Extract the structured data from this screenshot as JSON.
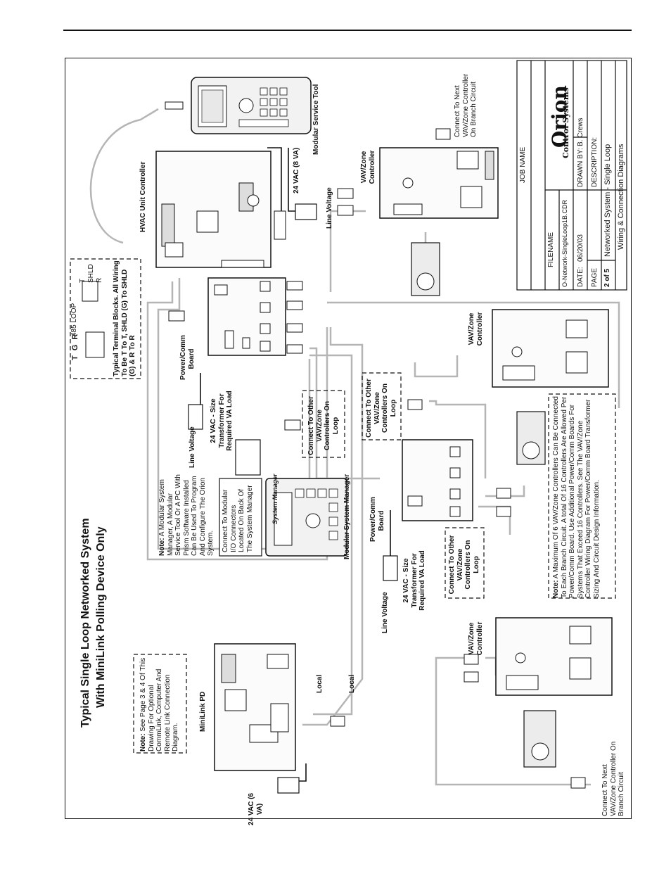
{
  "title": {
    "line1": "Typical Single Loop Networked System",
    "line2": "With MiniLink Polling Device Only"
  },
  "components": {
    "hvac_unit_controller": "HVAC Unit Controller",
    "modular_service_tool": "Modular Service Tool",
    "power_comm_board": "Power/Comm Board",
    "transformer_24vac": "24 VAC - Size Transformer For Required VA Load",
    "vav_zone_controller": "VAV/Zone Controller",
    "modular_system_manager": "Modular System Manager",
    "minilink_pd": "MiniLink PD",
    "system_manager_label": "System Manager"
  },
  "labels": {
    "line_voltage": "Line Voltage",
    "vac_8": "24 VAC (8 VA)",
    "vac_6": "24 VAC (6 VA)",
    "local": "Local",
    "loop_485": "485 LOOP",
    "tgr": "T G R",
    "t": "T",
    "shld": "SHLD",
    "r": "R",
    "terminal_note": "Typical Terminal Blocks. All Wiring To Be T To T, SHLD (G) To SHLD (G) & R To R",
    "connect_next_top": "Connect To Next VAV/Zone Controller On Branch Circuit",
    "connect_next_bottom": "Connect To Next VAV/Zone Controller On Branch Circuit",
    "connect_other_loop": "Connect To Other VAV/Zone Controllers On Loop",
    "connect_modular_io": "Connect To Modular I/O Connectors Located On Back Of The System Manager"
  },
  "notes": {
    "note_label": "Note:",
    "modular_note": "A Modular System Manager, A Modular Service Tool Or A PC With Prism Software Installed Can Be Used To Program And Configure The Orion System.",
    "minilink_note": "See Page 3 & 4 Of This Drawing For Optional CommLink, Computer And Remote Link Connection Diagram.",
    "max_note": "A Maximum Of 6 VAV/Zone Controllers Can Be Connected To Each Branch Circuit. A total Of 16 Controllers Are Allowed Per Power/Comm Board. Use Additional Power/Comm Boards For Systems That Exceed 16 Controllers. See The VAV/Zone Controller Wiring Diagram For Power/Comm Board Transformer Sizing And Circuit Design Information."
  },
  "title_block": {
    "job_name": "JOB NAME",
    "filename_label": "FILENAME",
    "filename": "O-Network-SingleLoop1B.CDR",
    "date_label": "DATE:",
    "date": "06/20/03",
    "drawn_by_label": "DRAWN BY:",
    "drawn_by": "B. Crews",
    "page_label": "PAGE",
    "page": "2 of 5",
    "description_label": "DESCRIPTION:",
    "description1": "Networked System - Single Loop",
    "description2": "Wiring & Connection Diagrams",
    "logo": "Orion",
    "logo_sub": "Control Systems"
  }
}
